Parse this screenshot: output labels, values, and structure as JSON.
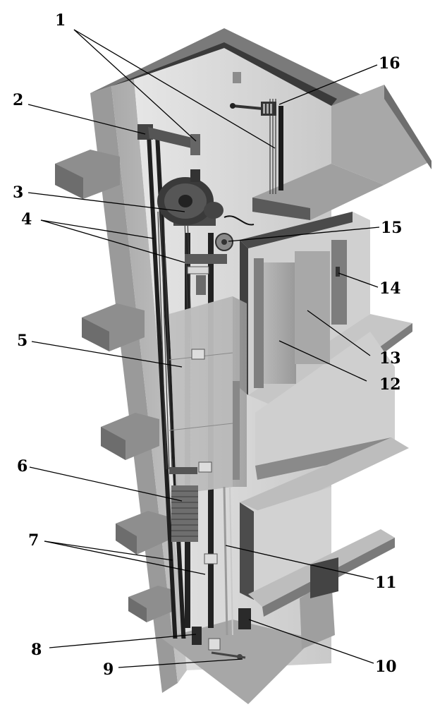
{
  "callouts": [
    {
      "id": "1",
      "label": "1"
    },
    {
      "id": "2",
      "label": "2"
    },
    {
      "id": "3",
      "label": "3"
    },
    {
      "id": "4",
      "label": "4"
    },
    {
      "id": "5",
      "label": "5"
    },
    {
      "id": "6",
      "label": "6"
    },
    {
      "id": "7",
      "label": "7"
    },
    {
      "id": "8",
      "label": "8"
    },
    {
      "id": "9",
      "label": "9"
    },
    {
      "id": "10",
      "label": "10"
    },
    {
      "id": "11",
      "label": "11"
    },
    {
      "id": "12",
      "label": "12"
    },
    {
      "id": "13",
      "label": "13"
    },
    {
      "id": "14",
      "label": "14"
    },
    {
      "id": "15",
      "label": "15"
    },
    {
      "id": "16",
      "label": "16"
    }
  ],
  "colors": {
    "wall_front": "#b8b8b8",
    "wall_top": "#8c8c8c",
    "wall_edge": "#555555",
    "shaft_interior": "#d9d9d9",
    "car": "#b0b0b0",
    "rail": "#2a2a2a",
    "background": "#ffffff"
  }
}
